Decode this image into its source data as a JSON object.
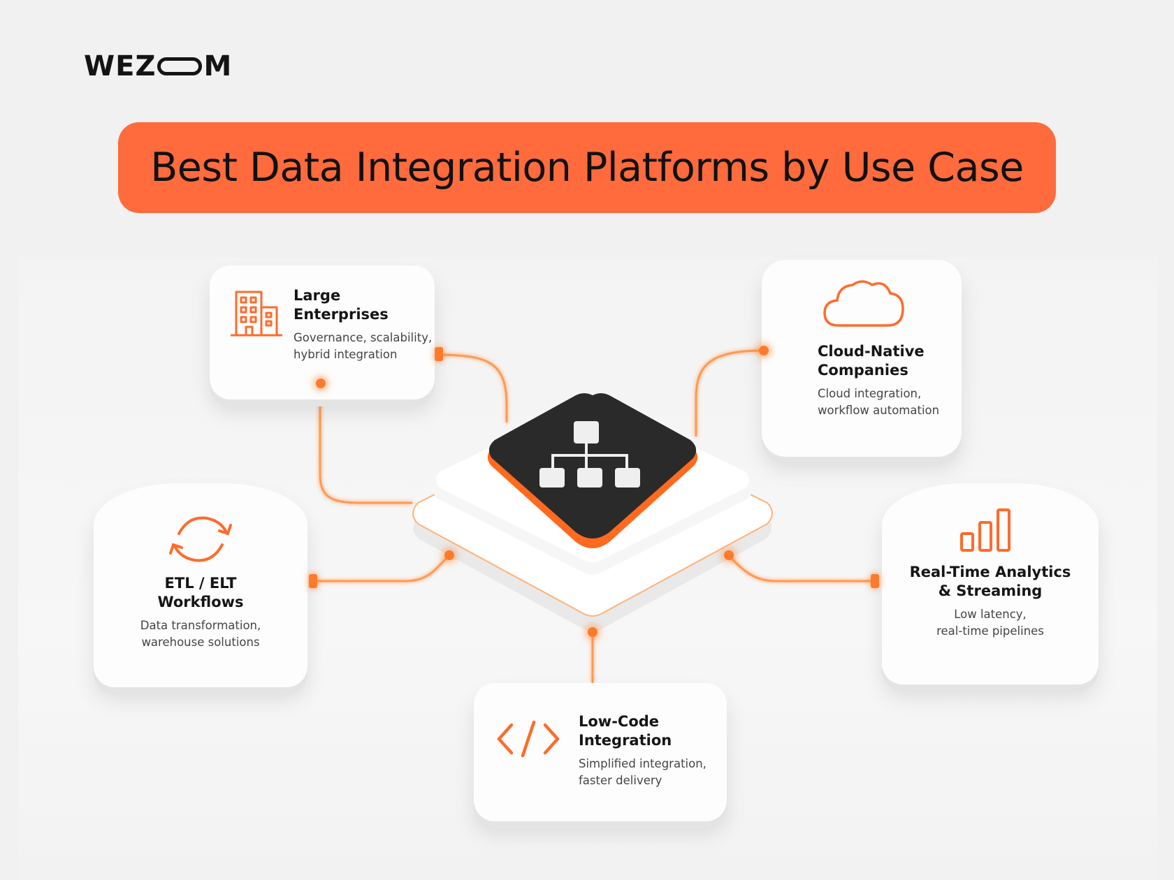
{
  "brand": {
    "logo_left": "WEZ",
    "logo_right": "M"
  },
  "header": {
    "title": "Best Data Integration Platforms by Use Case"
  },
  "colors": {
    "accent": "#ff6b3d",
    "wire": "#ff8a3d",
    "hub": "#2b2b2b",
    "card": "#fdfdfd"
  },
  "hub": {
    "icon": "hierarchy-icon"
  },
  "cards": [
    {
      "id": "large-enterprises",
      "icon": "building-icon",
      "title": "Large Enterprises",
      "desc_line1": "Governance, scalability,",
      "desc_line2": "hybrid integration"
    },
    {
      "id": "cloud-native",
      "icon": "cloud-icon",
      "title_line1": "Cloud-Native",
      "title_line2": "Companies",
      "desc_line1": "Cloud integration,",
      "desc_line2": "workflow automation"
    },
    {
      "id": "etl-elt",
      "icon": "refresh-icon",
      "title_line1": "ETL / ELT",
      "title_line2": "Workflows",
      "desc_line1": "Data transformation,",
      "desc_line2": "warehouse solutions"
    },
    {
      "id": "real-time",
      "icon": "bar-chart-icon",
      "title_line1": "Real-Time Analytics",
      "title_line2": "& Streaming",
      "desc_line1": "Low latency,",
      "desc_line2": "real-time pipelines"
    },
    {
      "id": "low-code",
      "icon": "code-icon",
      "title_line1": "Low-Code",
      "title_line2": "Integration",
      "desc_line1": "Simplified integration,",
      "desc_line2": "faster delivery"
    }
  ]
}
